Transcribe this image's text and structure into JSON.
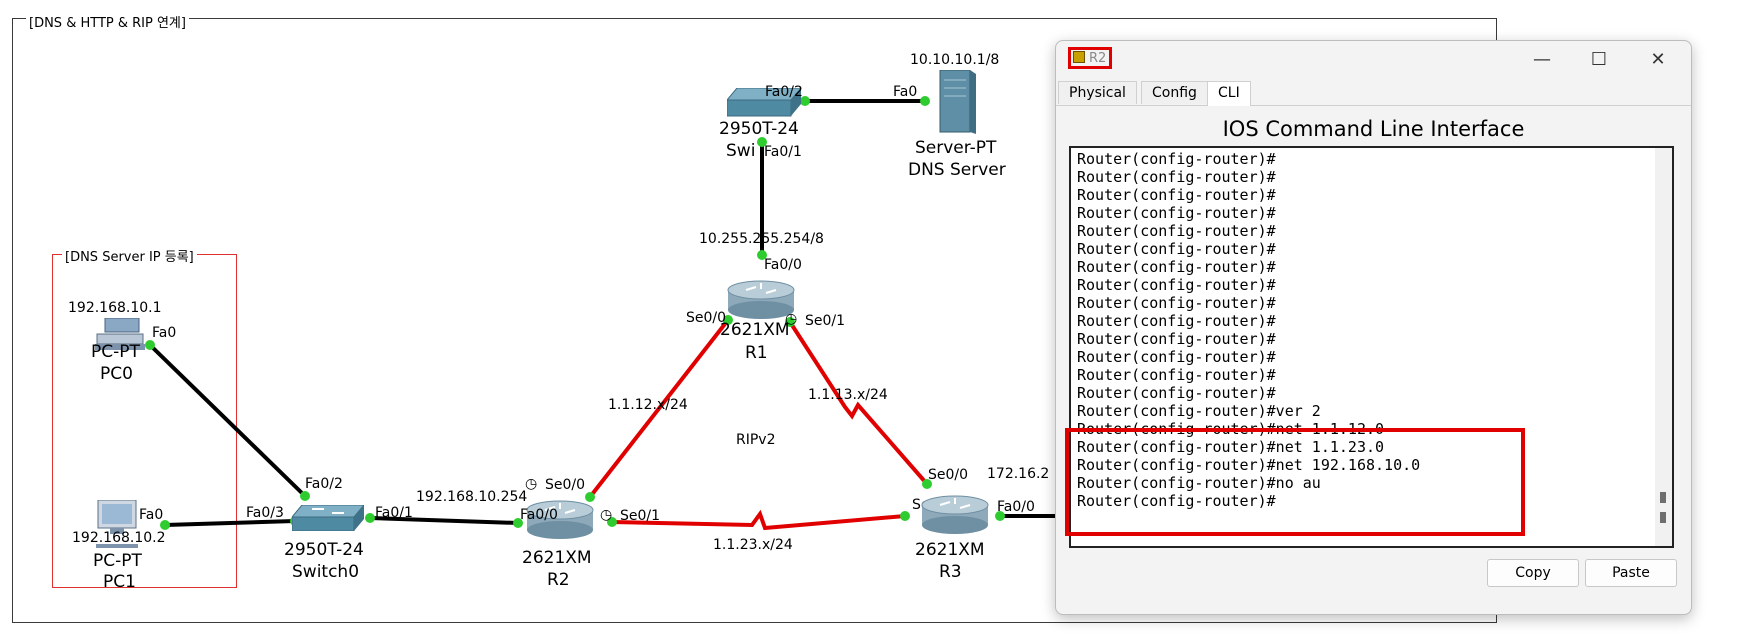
{
  "topology": {
    "group_title": "[DNS & HTTP & RIP 연계]",
    "dns_group_title": "[DNS Server IP 등록]",
    "protocol_label": "RIPv2",
    "devices": {
      "pc0": {
        "ip": "192.168.10.1",
        "model": "PC-PT",
        "name": "PC0",
        "port": "Fa0"
      },
      "pc1": {
        "ip": "192.168.10.2",
        "model": "PC-PT",
        "name": "PC1",
        "port": "Fa0"
      },
      "switch0": {
        "model": "2950T-24",
        "name": "Switch0",
        "port_a": "Fa0/2",
        "port_b": "Fa0/3",
        "port_c": "Fa0/1"
      },
      "top_switch": {
        "model": "2950T-24",
        "name": "Swi",
        "port_right": "Fa0/2",
        "port_down": "Fa0/1"
      },
      "server": {
        "ip": "10.10.10.1/8",
        "model": "Server-PT",
        "name": "DNS Server",
        "port": "Fa0"
      },
      "r1": {
        "model": "2621XM",
        "name": "R1",
        "ip": "10.255.255.254/8",
        "port_top": "Fa0/0",
        "port_left": "Se0/0",
        "port_right": "Se0/1"
      },
      "r2": {
        "model": "2621XM",
        "name": "R2",
        "lan_ip": "192.168.10.254",
        "port_serial_up": "Se0/0",
        "port_fa": "Fa0/0",
        "port_serial_right": "Se0/1"
      },
      "r3": {
        "model": "2621XM",
        "name": "R3",
        "ip": "172.16.2",
        "port_top": "Se0/0",
        "port_left": "Se0/1",
        "port_right": "Fa0/0"
      }
    },
    "links": {
      "r1_r2": "1.1.12.x/24",
      "r1_r3": "1.1.13.x/24",
      "r2_r3": "1.1.23.x/24"
    }
  },
  "window": {
    "title": "R2",
    "minimize": "—",
    "maximize": "☐",
    "close": "✕",
    "tabs": [
      {
        "label": "Physical"
      },
      {
        "label": "Config"
      },
      {
        "label": "CLI"
      }
    ],
    "heading": "IOS Command Line Interface",
    "console_lines": [
      "Router(config-router)#",
      "Router(config-router)#",
      "Router(config-router)#",
      "Router(config-router)#",
      "Router(config-router)#",
      "Router(config-router)#",
      "Router(config-router)#",
      "Router(config-router)#",
      "Router(config-router)#",
      "Router(config-router)#",
      "Router(config-router)#",
      "Router(config-router)#",
      "Router(config-router)#",
      "Router(config-router)#",
      "Router(config-router)#ver 2",
      "Router(config-router)#net 1.1.12.0",
      "Router(config-router)#net 1.1.23.0",
      "Router(config-router)#net 192.168.10.0",
      "Router(config-router)#no au",
      "Router(config-router)#"
    ],
    "copy_label": "Copy",
    "paste_label": "Paste"
  },
  "colors": {
    "link_serial": "#e00000",
    "link_ethernet": "#000000",
    "port_up": "#2ecc2e",
    "highlight": "#e00000"
  }
}
